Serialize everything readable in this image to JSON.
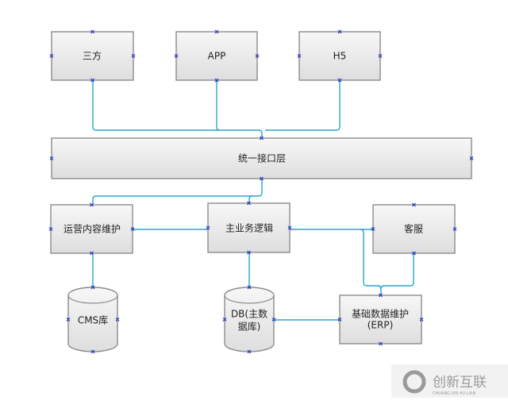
{
  "nodes": {
    "third_party": "三方",
    "app": "APP",
    "h5": "H5",
    "gateway": "统一接口层",
    "ops_content": "运营内容维护",
    "main_logic": "主业务逻辑",
    "customer_service": "客服",
    "cms_db": "CMS库",
    "main_db_line1": "DB(主数",
    "main_db_line2": "据库)",
    "erp_line1": "基础数据维护",
    "erp_line2": "(ERP)"
  },
  "watermark": {
    "text": "创新互联",
    "subtext": "CHUANG XIN HU LIAN"
  },
  "colors": {
    "edge": "#2aa6c8",
    "node_border": "#8c8c8c",
    "connection_point": "#2233cc"
  }
}
